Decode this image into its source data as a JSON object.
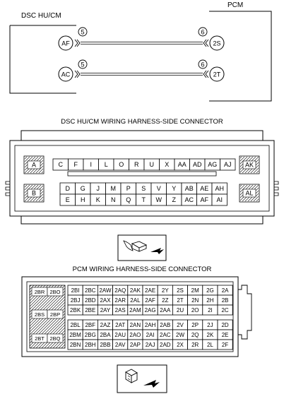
{
  "wiring": {
    "left_module": {
      "name": "DSC HU/CM",
      "terminals": [
        "AF",
        "AC"
      ]
    },
    "right_module": {
      "name": "PCM",
      "terminals": [
        "2S",
        "2T"
      ]
    },
    "connectors": {
      "left": [
        "5",
        "5"
      ],
      "right": [
        "6",
        "6"
      ]
    }
  },
  "dsc_connector": {
    "title": "DSC HU/CM WIRING HARNESS-SIDE CONNECTOR",
    "left_pins": [
      "A",
      "B"
    ],
    "right_pins": [
      "AK",
      "AL"
    ],
    "row1": [
      "C",
      "F",
      "I",
      "L",
      "O",
      "R",
      "U",
      "X",
      "AA",
      "AD",
      "AG",
      "AJ"
    ],
    "row2": [
      "D",
      "G",
      "J",
      "M",
      "P",
      "S",
      "V",
      "Y",
      "AB",
      "AE",
      "AH"
    ],
    "row3": [
      "E",
      "H",
      "K",
      "N",
      "Q",
      "T",
      "W",
      "Z",
      "AC",
      "AF",
      "AI"
    ]
  },
  "pcm_connector": {
    "title": "PCM WIRING HARNESS-SIDE CONNECTOR",
    "left_block": [
      [
        "2BR",
        "2BO"
      ],
      [
        "2BS",
        "2BP"
      ],
      [
        "2BT",
        "2BQ"
      ]
    ],
    "group1": [
      [
        "2BI",
        "2BC",
        "2AW",
        "2AQ",
        "2AK",
        "2AE",
        "2Y",
        "2S",
        "2M",
        "2G",
        "2A"
      ],
      [
        "2BJ",
        "2BD",
        "2AX",
        "2AR",
        "2AL",
        "2AF",
        "2Z",
        "2T",
        "2N",
        "2H",
        "2B"
      ],
      [
        "2BK",
        "2BE",
        "2AY",
        "2AS",
        "2AM",
        "2AG",
        "2AA",
        "2U",
        "2O",
        "2I",
        "2C"
      ]
    ],
    "group2": [
      [
        "2BL",
        "2BF",
        "2AZ",
        "2AT",
        "2AN",
        "2AH",
        "2AB",
        "2V",
        "2P",
        "2J",
        "2D"
      ],
      [
        "2BM",
        "2BG",
        "2BA",
        "2AU",
        "2AO",
        "2AI",
        "2AC",
        "2W",
        "2Q",
        "2K",
        "2E"
      ],
      [
        "2BN",
        "2BH",
        "2BB",
        "2AV",
        "2AP",
        "2AJ",
        "2AD",
        "2X",
        "2R",
        "2L",
        "2F"
      ]
    ]
  }
}
